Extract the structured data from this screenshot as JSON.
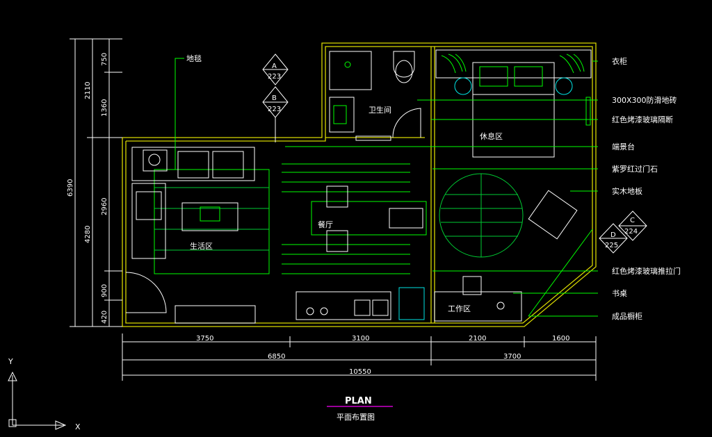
{
  "labels": {
    "carpet": "地毯",
    "bathroom": "卫生间",
    "rest_area": "休息区",
    "dining": "餐厅",
    "living_area": "生活区",
    "work_area": "工作区"
  },
  "callouts": [
    "衣柜",
    "300X300防滑地砖",
    "红色烤漆玻璃隔断",
    "端景台",
    "紫罗红过门石",
    "实木地板",
    "红色烤漆玻璃推拉门",
    "书桌",
    "成品橱柜"
  ],
  "section_marks": [
    {
      "letter": "A",
      "number": "223"
    },
    {
      "letter": "B",
      "number": "223"
    },
    {
      "letter": "C",
      "number": "224"
    },
    {
      "letter": "D",
      "number": "225"
    }
  ],
  "dims_left": {
    "outer": "6390",
    "mid": [
      "2110",
      "4280"
    ],
    "inner": [
      "750",
      "1360",
      "2960",
      "900",
      "420"
    ]
  },
  "dims_bottom": {
    "row1": [
      "3750",
      "3100",
      "2100",
      "1600"
    ],
    "row2": [
      "6850",
      "3700"
    ],
    "row3": "10550"
  },
  "title": {
    "main": "PLAN",
    "sub": "平面布置图"
  },
  "axes": {
    "y": "Y",
    "x": "X"
  },
  "colors": {
    "wall": "#d8d800",
    "furniture": "#00ff00",
    "text": "#ffffff",
    "accent": "#cc00cc"
  }
}
